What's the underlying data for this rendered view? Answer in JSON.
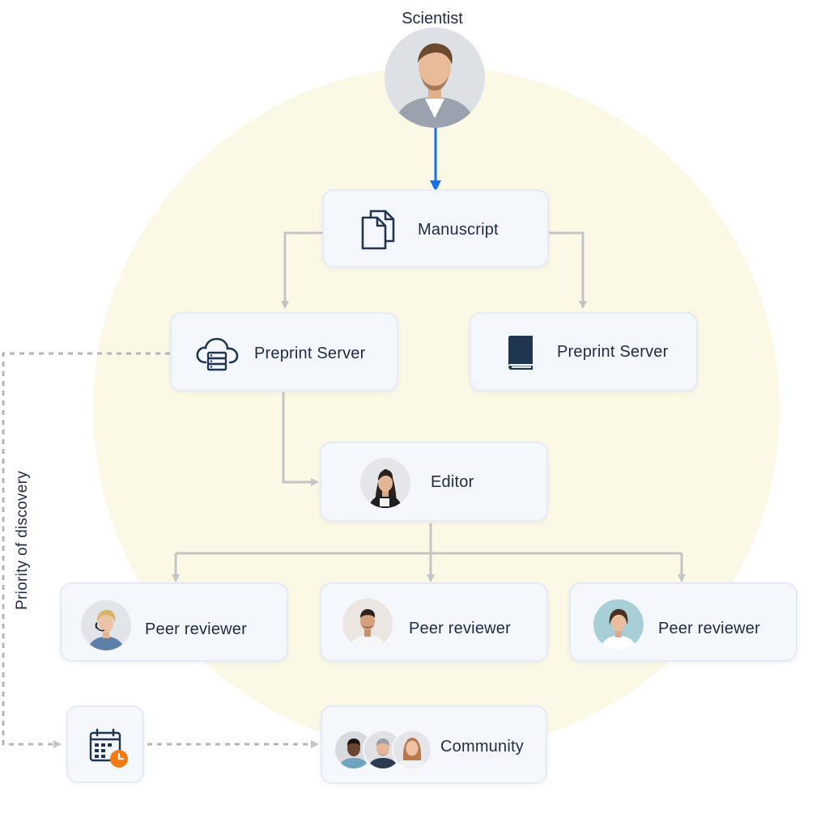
{
  "scientist": {
    "label": "Scientist"
  },
  "nodes": {
    "manuscript": {
      "label": "Manuscript",
      "icon": "documents-icon"
    },
    "preprint_left": {
      "label": "Preprint Server",
      "icon": "cloud-server-icon"
    },
    "preprint_right": {
      "label": "Preprint Server",
      "icon": "book-icon"
    },
    "editor": {
      "label": "Editor"
    },
    "reviewers": [
      {
        "label": "Peer reviewer"
      },
      {
        "label": "Peer reviewer"
      },
      {
        "label": "Peer reviewer"
      }
    ],
    "calendar": {
      "icon": "calendar-clock-icon"
    },
    "community": {
      "label": "Community"
    }
  },
  "side_label": "Priority of discovery",
  "colors": {
    "background_circle": "#fbf8e6",
    "node_fill": "#f4f7fc",
    "text": "#1f2b45",
    "arrow_gray": "#c4c4c4",
    "arrow_blue": "#1a6ff0",
    "clock_orange": "#f47a14"
  }
}
